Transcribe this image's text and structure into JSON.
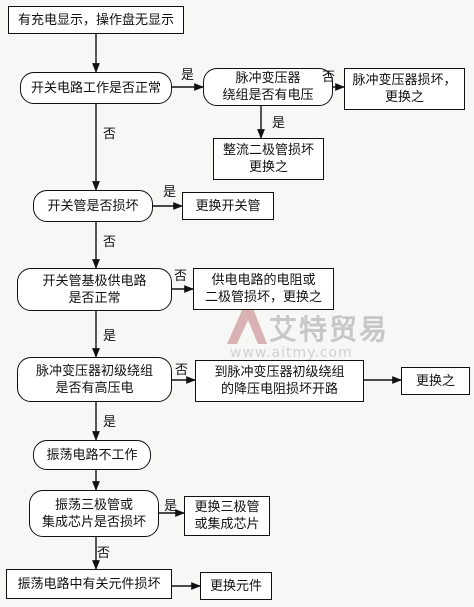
{
  "nodes": {
    "start": "有充电显示，操作盘无显示",
    "q_switch_circuit": "开关电路工作是否正常",
    "q_pulse_winding": "脉冲变压器\n绕组是否有电压",
    "a_pulse_damaged": "脉冲变压器损坏，\n更换之",
    "a_rectifier": "整流二极管损坏\n更换之",
    "q_switch_tube": "开关管是否损坏",
    "a_replace_switch": "更换开关管",
    "q_base_supply": "开关管基极供电路\n是否正常",
    "a_supply_damaged": "供电电路的电阻或\n二极管损坏，更换之",
    "q_primary_hv": "脉冲变压器初级绕组\n是否有高压电",
    "a_resistor_open": "到脉冲变压器初级绕组\n的降压电阻损坏开路",
    "a_replace_it": "更换之",
    "oscillator_fault": "振荡电路不工作",
    "q_transistor_ic": "振荡三极管或\n集成芯片是否损坏",
    "a_replace_transistor_ic": "更换三极管\n或集成芯片",
    "component_damaged": "振荡电路中有关元件损坏",
    "a_replace_component": "更换元件"
  },
  "labels": {
    "yes": "是",
    "no": "否"
  },
  "watermark": {
    "brand": "艾特贸易",
    "url": "www.aitmy.com"
  }
}
